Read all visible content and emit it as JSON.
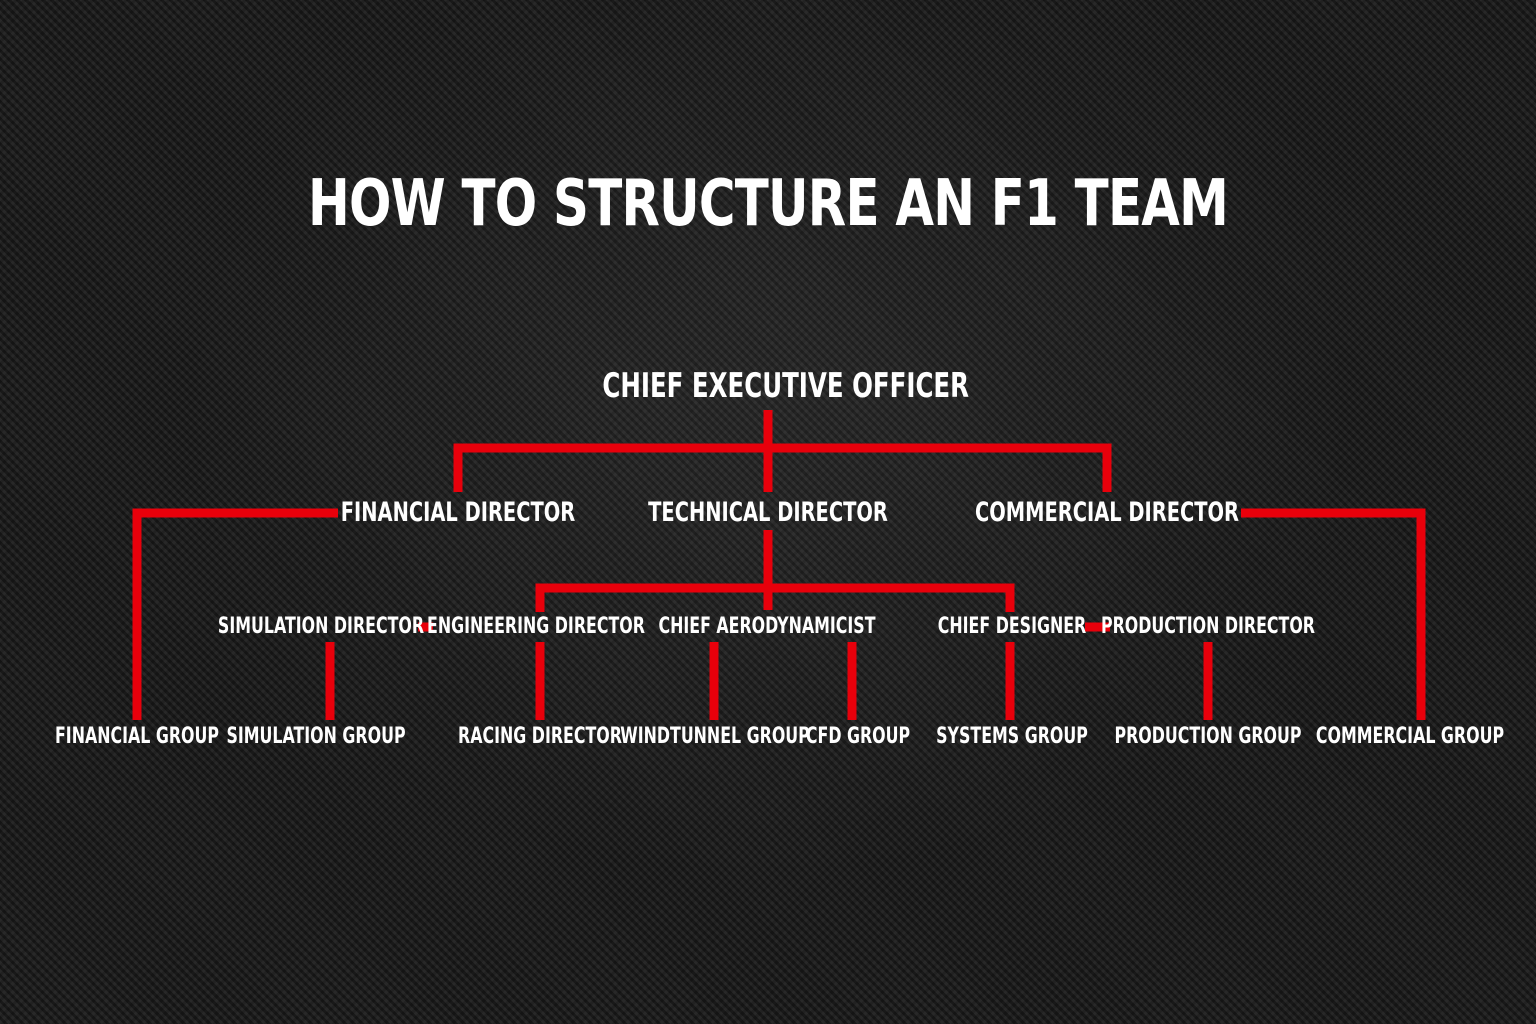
{
  "title": "HOW TO STRUCTURE AN F1 TEAM",
  "accent_color": "#e8000b",
  "nodes": {
    "ceo": "CHIEF EXECUTIVE OFFICER",
    "financial_director": "FINANCIAL DIRECTOR",
    "technical_director": "TECHNICAL DIRECTOR",
    "commercial_director": "COMMERCIAL DIRECTOR",
    "simulation_director": "SIMULATION DIRECTOR",
    "engineering_director": "ENGINEERING DIRECTOR",
    "chief_aerodynamicist": "CHIEF AERODYNAMICIST",
    "chief_designer": "CHIEF DESIGNER",
    "production_director": "PRODUCTION DIRECTOR",
    "financial_group": "FINANCIAL GROUP",
    "simulation_group": "SIMULATION GROUP",
    "racing_director": "RACING DIRECTOR",
    "windtunnel_group": "WINDTUNNEL GROUP",
    "cfd_group": "CFD GROUP",
    "systems_group": "SYSTEMS GROUP",
    "production_group": "PRODUCTION GROUP",
    "commercial_group": "COMMERCIAL GROUP"
  }
}
